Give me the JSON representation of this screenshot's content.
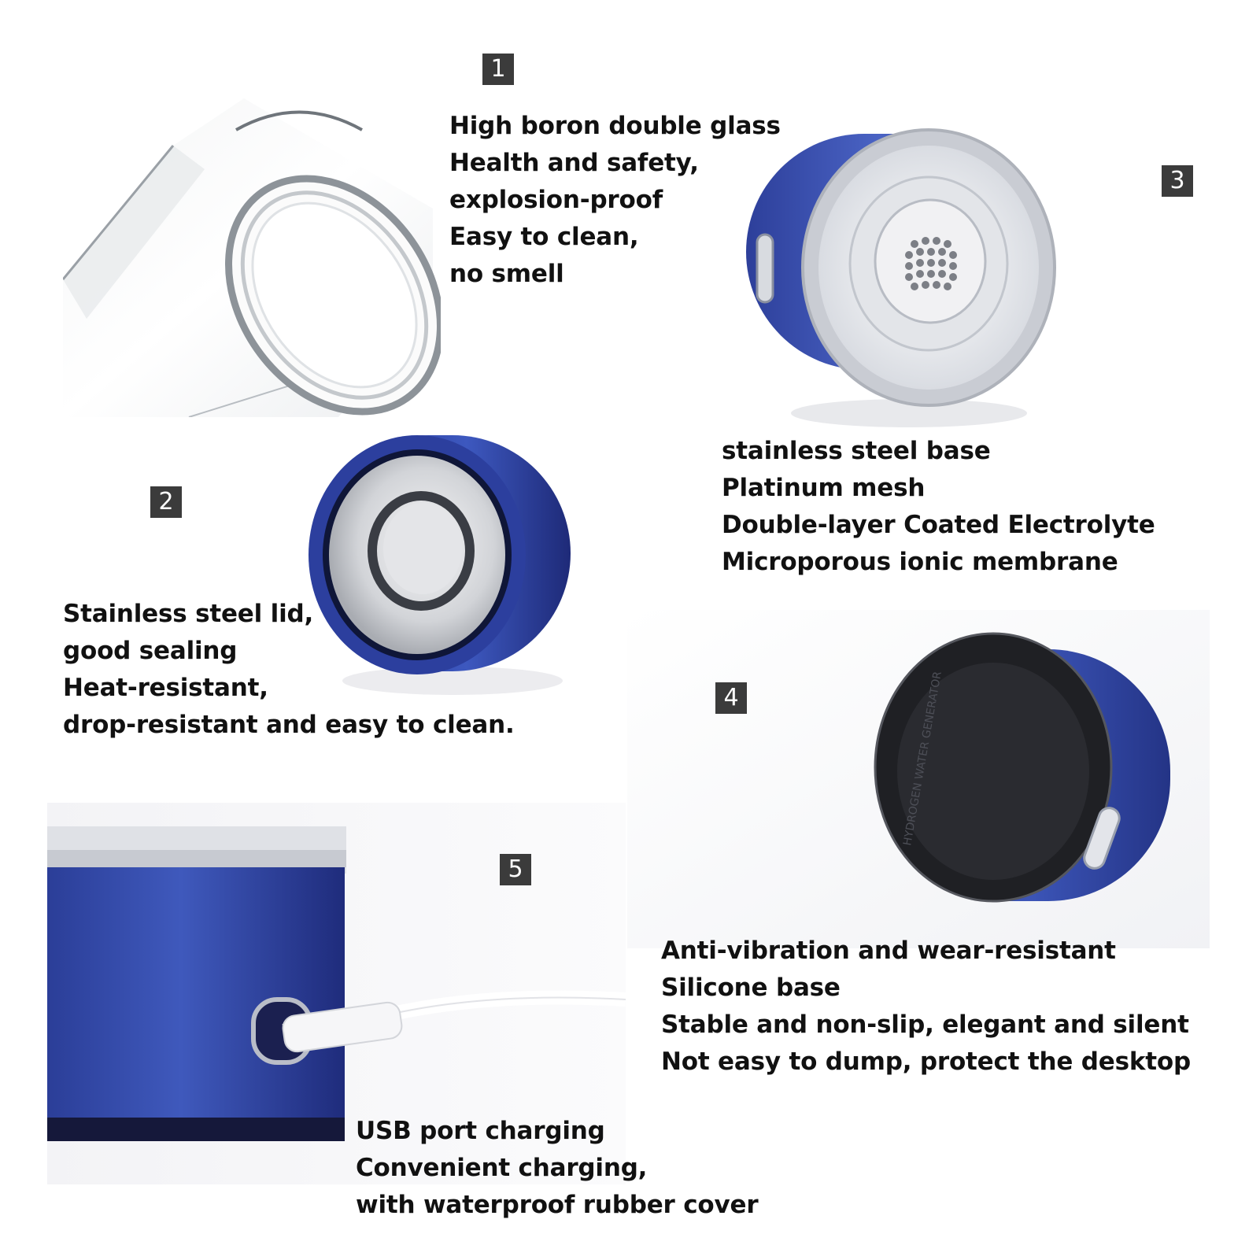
{
  "features": [
    {
      "number": "1",
      "lines": [
        "High boron double glass",
        "Health and safety,",
        "explosion-proof",
        "Easy to clean,",
        "no smell"
      ]
    },
    {
      "number": "2",
      "lines": [
        "Stainless steel lid,",
        "good sealing",
        "Heat-resistant,",
        "drop-resistant and easy to clean."
      ]
    },
    {
      "number": "3",
      "lines": [
        "stainless steel base",
        "Platinum mesh",
        "Double-layer Coated Electrolyte",
        "Microporous ionic membrane"
      ]
    },
    {
      "number": "4",
      "lines": [
        "Anti-vibration and wear-resistant",
        "Silicone base",
        "Stable and non-slip, elegant and silent",
        "Not easy to dump, protect the desktop"
      ]
    },
    {
      "number": "5",
      "lines": [
        "USB port charging",
        "Convenient charging,",
        "with waterproof rubber cover"
      ]
    }
  ],
  "base_engraving": "HYDROGEN WATER GENERATOR",
  "colors": {
    "badge": "#3b3b3b",
    "text": "#111111",
    "body_blue": "#2b3f97",
    "background": "#ffffff"
  }
}
